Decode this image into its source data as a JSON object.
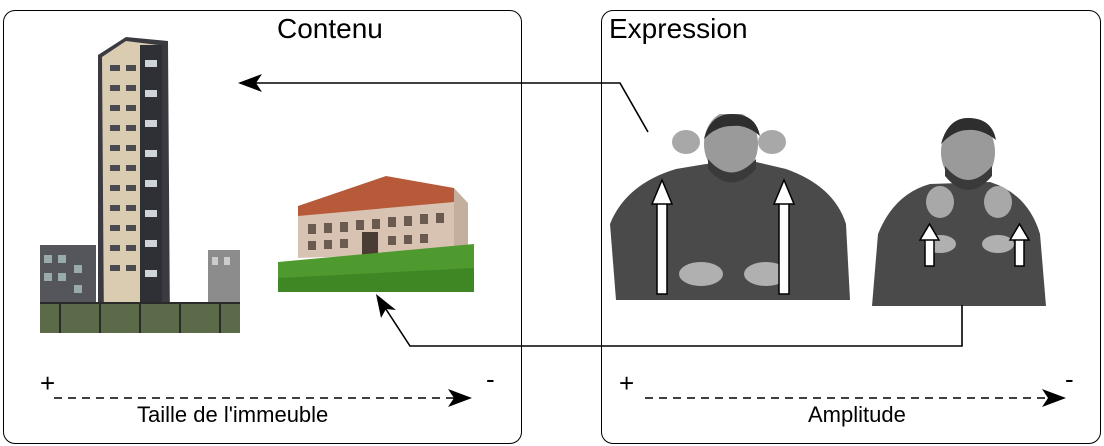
{
  "left_panel": {
    "title": "Contenu",
    "plus": "+",
    "minus": "-",
    "axis_label": "Taille de l'immeuble"
  },
  "right_panel": {
    "title": "Expression",
    "plus": "+",
    "minus": "-",
    "axis_label": "Amplitude"
  },
  "colors": {
    "line": "#000000",
    "tower_facade": "#d9ccb0",
    "tower_dark": "#3a3a40",
    "house_wall": "#d8c3b3",
    "house_roof": "#b65a3a",
    "grass": "#4e9a2e",
    "sky": "#ffffff",
    "signer_gray": "#4a4a4a"
  },
  "icons": {
    "tower": "tall-building-photo",
    "house": "small-house-photo",
    "signer_large": "signer-large-gesture-photo",
    "signer_small": "signer-small-gesture-photo"
  }
}
